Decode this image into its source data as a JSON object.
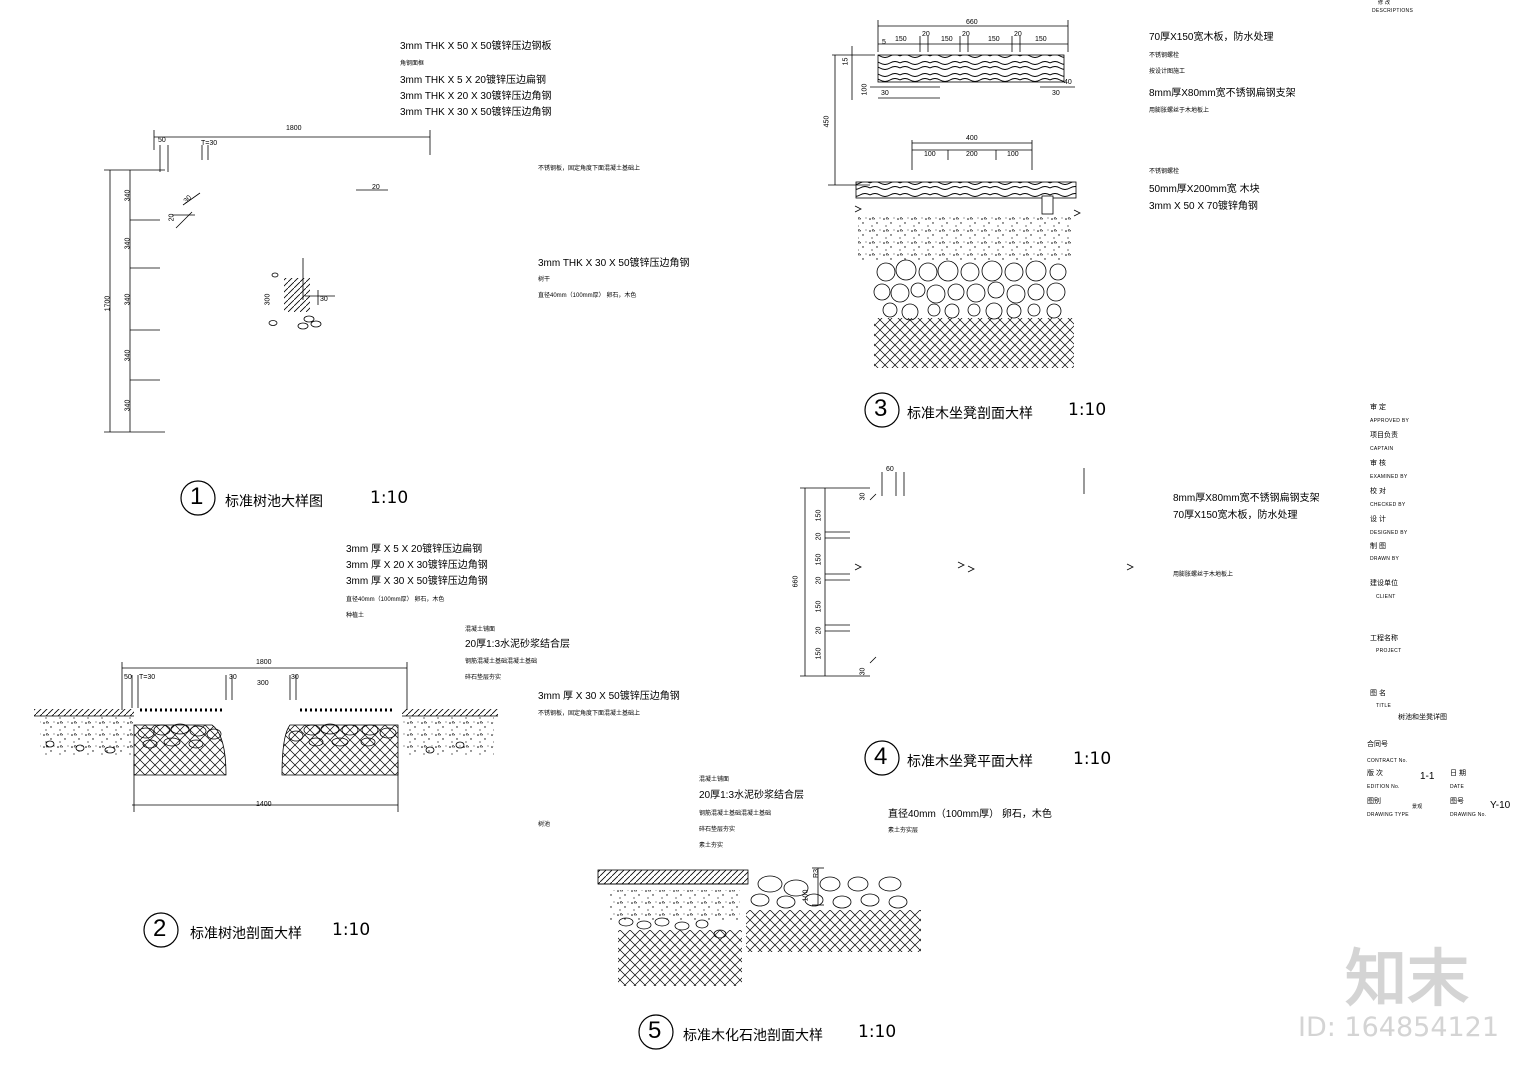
{
  "details": [
    {
      "num": "1",
      "title": "标准树池大样图",
      "scale": "1:10"
    },
    {
      "num": "2",
      "title": "标准树池剖面大样",
      "scale": "1:10"
    },
    {
      "num": "3",
      "title": "标准木坐凳剖面大样",
      "scale": "1:10"
    },
    {
      "num": "4",
      "title": "标准木坐凳平面大样",
      "scale": "1:10"
    },
    {
      "num": "5",
      "title": "标准木化石池剖面大样",
      "scale": "1:10"
    }
  ],
  "d1": {
    "notes": [
      "3mm THK X 50 X 50镀锌压边钢板",
      "角钢面框",
      "3mm THK X 5 X 20镀锌压边扁钢",
      "3mm THK X 20 X 30镀锌压边角钢",
      "3mm THK X 30 X 50镀锌压边角钢"
    ],
    "note_right": "不锈钢板，固定角度下面混凝土基础上",
    "note_mid": "3mm THK X 30 X 50镀锌压边角钢",
    "note_mid2": "树干",
    "note_mid3": "直径40mm（100mm厚） 卵石，木色",
    "dims": {
      "top": "1800",
      "left": "1700",
      "seg": "340",
      "a": "50",
      "b": "T=30",
      "c": "30",
      "d": "20",
      "e": "300",
      "f": "30",
      "g": "20"
    }
  },
  "d2": {
    "notes": [
      "3mm 厚 X 5 X 20镀锌压边扁钢",
      "3mm 厚  X 20 X 30镀锌压边角钢",
      "3mm 厚 X 30 X 50镀锌压边角钢",
      "直径40mm（100mm厚） 卵石，木色",
      "种植土"
    ],
    "notes_r": [
      "混凝土铺面",
      "20厚1:3水泥砂浆结合层",
      "钢筋混凝土基础混凝土基础",
      "碎石垫层夯实"
    ],
    "note_far": "3mm 厚 X 30 X 50镀锌压边角钢",
    "note_far2": "不锈钢板，固定角度下面混凝土基础上",
    "note_far3": "树池",
    "dims": {
      "top": "1800",
      "bottom": "1400",
      "a": "50",
      "b": "T=30",
      "c": "30",
      "d": "300",
      "e": "30"
    }
  },
  "d3": {
    "notes": [
      "70厚X150宽木板，防水处理",
      "不锈钢螺栓",
      "按设计图施工",
      "8mm厚X80mm宽不锈钢扁钢支架",
      "用膨胀螺丝于木地板上"
    ],
    "notes2": [
      "不锈钢螺栓",
      "50mm厚X200mm宽 木块",
      "3mm X 50 X 70镀锌角钢"
    ],
    "dims": {
      "top": "660",
      "segs": [
        "150",
        "20",
        "150",
        "20",
        "150",
        "20",
        "150"
      ],
      "h": "450",
      "a": "5",
      "b": "15",
      "c": "100",
      "d": "30",
      "e": "40",
      "f": "30",
      "w": "400",
      "w1": "100",
      "w2": "200",
      "w3": "100"
    }
  },
  "d4": {
    "notes": [
      "8mm厚X80mm宽不锈钢扁钢支架",
      "70厚X150宽木板，防水处理"
    ],
    "note3": "用膨胀螺丝于木地板上",
    "dims": {
      "total": "660",
      "top": "30",
      "a": "150",
      "b": "20",
      "c": "150",
      "d": "20",
      "e": "150",
      "f": "20",
      "g": "150",
      "bot": "30",
      "w": "60"
    }
  },
  "d5": {
    "notes": [
      "混凝土铺面",
      "20厚1:3水泥砂浆结合层",
      "钢筋混凝土基础混凝土基础",
      "碎石垫层夯实",
      "素土夯实"
    ],
    "note_l": "树池",
    "note_r": [
      "直径40mm（100mm厚） 卵石，木色",
      "素土夯实层"
    ],
    "dims": {
      "a": "R3",
      "b": "100"
    }
  },
  "titleblock": {
    "top_cn": "修  改",
    "top_en": "DESCRIPTIONS",
    "rows": [
      {
        "cn": "审  定",
        "en": "APPROVED  BY"
      },
      {
        "cn": "项目负责",
        "en": "CAPTAIN"
      },
      {
        "cn": "审  核",
        "en": "EXAMINED  BY"
      },
      {
        "cn": "校  对",
        "en": "CHECKED  BY"
      },
      {
        "cn": "设  计",
        "en": "DESIGNED  BY"
      },
      {
        "cn": "制  图",
        "en": "DRAWN  BY"
      }
    ],
    "client_cn": "建设单位",
    "client_en": "CLIENT",
    "project_cn": "工程名称",
    "project_en": "PROJECT",
    "title_cn": "图  名",
    "title_en": "TITLE",
    "title_val": "树池和坐凳详图",
    "contract_cn": "合同号",
    "contract_en": "CONTRACT No.",
    "edition_cn": "版  次",
    "edition_en": "EDITION No.",
    "edition_val": "1-1",
    "date_cn": "日  期",
    "date_en": "DATE",
    "type_cn": "图别",
    "type_en": "DRAWING TYPE",
    "type_val": "景观",
    "no_cn": "图号",
    "no_en": "DRAWING No.",
    "no_val": "Y-10"
  },
  "watermark": {
    "logo": "知末",
    "id": "ID: 164854121"
  }
}
